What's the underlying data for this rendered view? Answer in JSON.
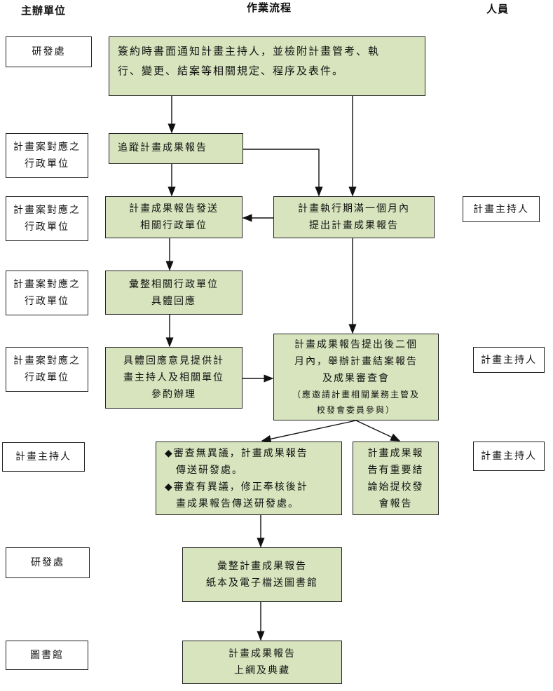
{
  "headers": {
    "unit": "主辦單位",
    "process": "作業流程",
    "person": "人員"
  },
  "units": [
    "研發處",
    "計畫案對應之行政單位",
    "計畫案對應之行政單位",
    "計畫案對應之行政單位",
    "計畫案對應之行政單位",
    "計畫主持人",
    "研發處",
    "圖書館"
  ],
  "persons": [
    "計畫主持人",
    "計畫主持人",
    "計畫主持人"
  ],
  "steps": {
    "notify": [
      "簽約時書面通知計畫主持人，並檢附計畫管考、執",
      "行、變更、結案等相關規定、程序及表件。"
    ],
    "track": [
      "追蹤計畫成果報告"
    ],
    "send": [
      "計畫成果報告發送",
      "相關行政單位"
    ],
    "submit": [
      "計畫執行期滿一個月內",
      "提出計畫成果報告"
    ],
    "compile_response": [
      "彙整相關行政單位",
      "具體回應"
    ],
    "feedback": [
      "具體回應意見提供計",
      "畫主持人及相關單位",
      "參酌辦理"
    ],
    "review": [
      "計畫成果報告提出後二個",
      "月內，舉辦計畫結案報告",
      "及成果審查會",
      "（應邀請計畫相關業務主管及",
      "校發會委員參與）"
    ],
    "result": [
      "◆審查無異議，計畫成果報告",
      "　傳送研發處。",
      "◆審查有異議，修正奉核後計",
      "　畫成果報告傳送研發處。"
    ],
    "important": [
      "計畫成果報",
      "告有重要結",
      "論始提校發",
      "會報告"
    ],
    "library_send": [
      "彙整計畫成果報告",
      "紙本及電子檔送圖書館"
    ],
    "archive": [
      "計畫成果報告",
      "上網及典藏"
    ]
  },
  "colors": {
    "fill": "#d7e4bd",
    "stroke": "#222222"
  }
}
